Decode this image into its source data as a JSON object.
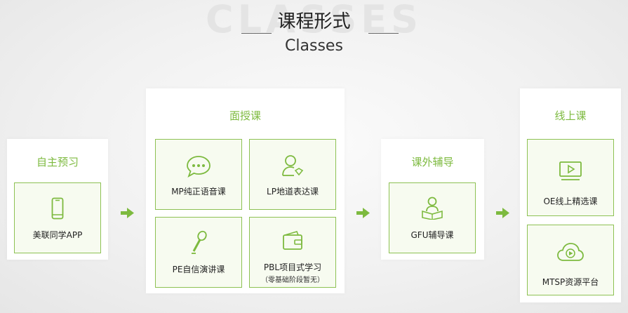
{
  "header": {
    "background_word": "CLASSES",
    "title": "课程形式",
    "subtitle": "Classes"
  },
  "colors": {
    "accent": "#7dba3f",
    "card_bg": "#f7fbf0",
    "card_border": "#8dc153"
  },
  "sections": {
    "preview": {
      "title": "自主预习",
      "cards": [
        {
          "label": "美联同学APP",
          "icon": "smartphone-icon"
        }
      ]
    },
    "face_to_face": {
      "title": "面授课",
      "cards": [
        {
          "label": "MP纯正语音课",
          "icon": "chat-bubble-icon"
        },
        {
          "label": "LP地道表达课",
          "icon": "speaker-person-icon"
        },
        {
          "label": "PE自信演讲课",
          "icon": "microphone-icon"
        },
        {
          "label": "PBL项目式学习",
          "note": "（零基础阶段暂无）",
          "icon": "wallet-icon"
        }
      ]
    },
    "tutoring": {
      "title": "课外辅导",
      "cards": [
        {
          "label": "GFU辅导课",
          "icon": "reading-person-icon"
        }
      ]
    },
    "online": {
      "title": "线上课",
      "cards": [
        {
          "label": "OE线上精选课",
          "icon": "video-screen-icon"
        },
        {
          "label": "MTSP资源平台",
          "icon": "cloud-play-icon"
        }
      ]
    }
  },
  "arrows": [
    "arrow-right-icon",
    "arrow-right-icon",
    "arrow-right-icon"
  ]
}
